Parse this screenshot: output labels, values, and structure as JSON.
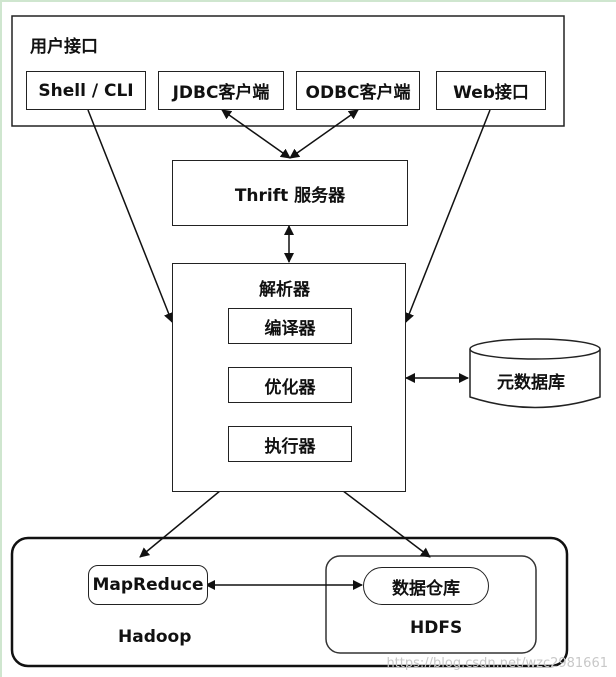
{
  "user_interface": {
    "title": "用户接口",
    "items": [
      "Shell / CLI",
      "JDBC客户端",
      "ODBC客户端",
      "Web接口"
    ]
  },
  "thrift": "Thrift  服务器",
  "driver": {
    "title": "解析器",
    "steps": [
      "编译器",
      "优化器",
      "执行器"
    ]
  },
  "metastore": "元数据库",
  "hadoop": {
    "title": "Hadoop",
    "mapreduce": "MapReduce",
    "hdfs": {
      "title": "HDFS",
      "warehouse": "数据仓库"
    }
  },
  "watermark": "https://blog.csdn.net/wzc2981661"
}
